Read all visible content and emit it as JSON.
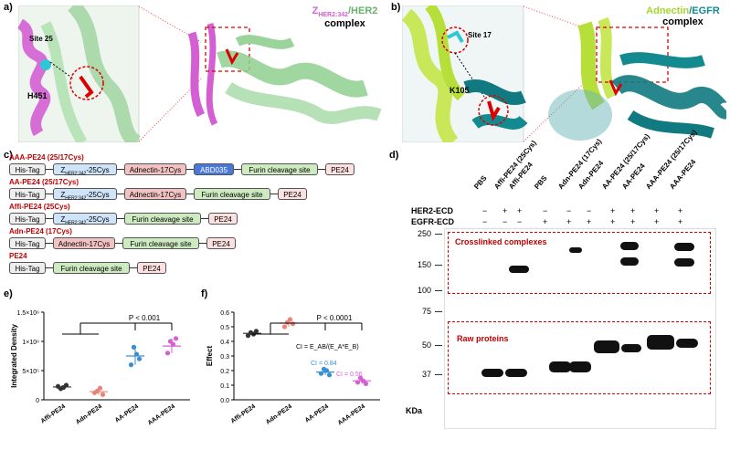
{
  "panel_a": {
    "label": "a)",
    "title_z": "Z",
    "title_sub": "HER2:342",
    "title_rest": "/HER2",
    "title_line2": "complex",
    "site": "Site 25",
    "residue": "H451"
  },
  "panel_b": {
    "label": "b)",
    "title_a": "Adnectin",
    "title_rest": "/EGFR",
    "title_line2": "complex",
    "site": "Site 17",
    "residue": "K105"
  },
  "panel_c": {
    "label": "c)",
    "constructs": [
      {
        "name": "AAA-PE24  (25/17Cys)",
        "parts": [
          "His-Tag",
          "Z_HER2:342-25Cys",
          "Adnectin-17Cys",
          "ABD035",
          "Furin cleavage site",
          "PE24"
        ]
      },
      {
        "name": "AA-PE24  (25/17Cys)",
        "parts": [
          "His-Tag",
          "Z_HER2:342-25Cys",
          "Adnectin-17Cys",
          "Furin cleavage site",
          "PE24"
        ]
      },
      {
        "name": "Affi-PE24  (25Cys)",
        "parts": [
          "His-Tag",
          "Z_HER2:342-25Cys",
          "Furin cleavage site",
          "PE24"
        ]
      },
      {
        "name": "Adn-PE24  (17Cys)",
        "parts": [
          "His-Tag",
          "Adnectin-17Cys",
          "Furin cleavage site",
          "PE24"
        ]
      },
      {
        "name": "PE24",
        "parts": [
          "His-Tag",
          "Furin cleavage site",
          "PE24"
        ]
      }
    ],
    "z_main": "Z",
    "z_sub": "HER2:342",
    "z_tail": "-25Cys"
  },
  "panel_d": {
    "label": "d)",
    "lanes": [
      "PBS",
      "Affi-PE24 (25Cys)",
      "Affi-PE24",
      "PBS",
      "Adn-PE24 (17Cys)",
      "Adn-PE24",
      "AA-PE24 (25/17Cys)",
      "AA-PE24",
      "AAA-PE24 (25/17Cys)",
      "AAA-PE24"
    ],
    "her2_label": "HER2-ECD",
    "egfr_label": "EGFR-ECD",
    "her2": [
      "−",
      "+",
      "+",
      "−",
      "−",
      "−",
      "+",
      "+",
      "+",
      "+"
    ],
    "egfr": [
      "−",
      "−",
      "−",
      "+",
      "+",
      "+",
      "+",
      "+",
      "+",
      "+"
    ],
    "markers": [
      "250",
      "150",
      "100",
      "75",
      "50",
      "37"
    ],
    "unit": "KDa",
    "crosslinked": "Crosslinked complexes",
    "raw": "Raw proteins"
  },
  "panel_e": {
    "label": "e)",
    "chart_data": {
      "type": "scatter",
      "categories": [
        "Affi-PE24",
        "Adn-PE24",
        "AA-PE24",
        "AAA-PE24"
      ],
      "ylabel": "Integrated Density",
      "yticks": [
        "0",
        "5×10⁵",
        "1×10⁶",
        "1.5×10⁶"
      ],
      "ylim": [
        0,
        1500000
      ],
      "colors": [
        "#333333",
        "#e9847a",
        "#3a8fd4",
        "#d65fd6"
      ],
      "points": [
        [
          230000,
          190000,
          210000,
          250000
        ],
        [
          120000,
          150000,
          200000,
          90000
        ],
        [
          600000,
          900000,
          780000,
          700000
        ],
        [
          800000,
          1000000,
          950000,
          1050000
        ]
      ],
      "means": [
        220000,
        140000,
        750000,
        920000
      ],
      "sig": "P < 0.001"
    }
  },
  "panel_f": {
    "label": "f)",
    "chart_data": {
      "type": "scatter",
      "categories": [
        "Affi-PE24",
        "Adn-PE24",
        "AA-PE24",
        "AAA-PE24"
      ],
      "ylabel": "Effect",
      "yticks": [
        "0.0",
        "0.1",
        "0.2",
        "0.3",
        "0.4",
        "0.5",
        "0.6"
      ],
      "ylim": [
        0,
        0.6
      ],
      "colors": [
        "#333333",
        "#e9847a",
        "#3a8fd4",
        "#d65fd6"
      ],
      "points": [
        [
          0.44,
          0.46,
          0.45,
          0.47
        ],
        [
          0.5,
          0.53,
          0.55,
          0.52
        ],
        [
          0.18,
          0.21,
          0.2,
          0.17
        ],
        [
          0.12,
          0.15,
          0.13,
          0.11
        ]
      ],
      "means": [
        0.455,
        0.525,
        0.19,
        0.13
      ],
      "sig": "P < 0.0001",
      "formula": "CI = E_AB/(E_A*E_B)",
      "ci_aa": "CI = 0.84",
      "ci_aaa": "CI = 0.56"
    }
  }
}
